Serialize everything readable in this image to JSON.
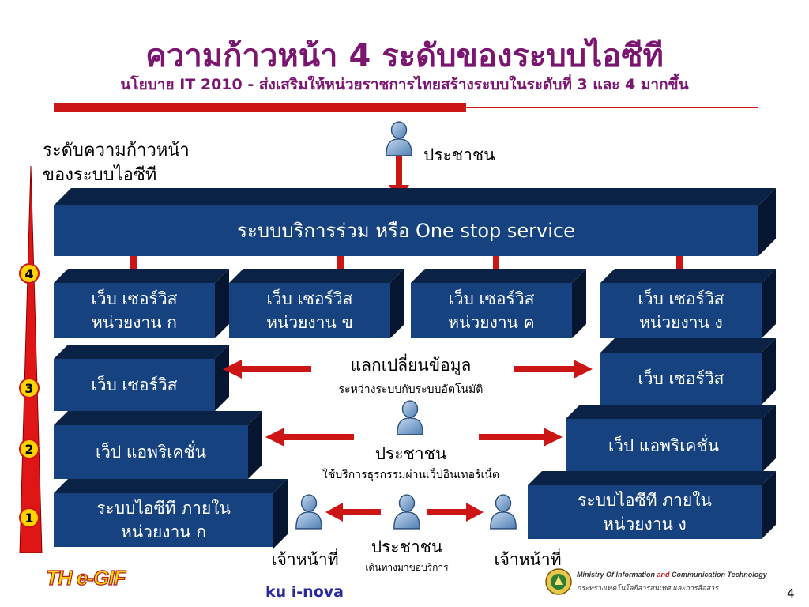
{
  "title": "ความก้าวหน้า 4 ระดับของระบบไอซีที",
  "subtitle": "นโยบาย IT 2010 - ส่งเสริมให้หน่วยราชการไทยสร้างระบบในระดับที่ 3 และ 4 มากขึ้น",
  "axis_label": [
    "ระดับความก้าวหน้า",
    "ของระบบไอซีที"
  ],
  "levels": [
    "4",
    "3",
    "2",
    "1"
  ],
  "citizen_top": "ประชาชน",
  "one_stop": "ระบบบริการร่วม หรือ One stop service",
  "level4_boxes": [
    {
      "line1": "เว็บ เซอร์วิส",
      "line2": "หน่วยงาน ก"
    },
    {
      "line1": "เว็บ เซอร์วิส",
      "line2": "หน่วยงาน ข"
    },
    {
      "line1": "เว็บ เซอร์วิส",
      "line2": "หน่วยงาน ค"
    },
    {
      "line1": "เว็บ เซอร์วิส",
      "line2": "หน่วยงาน ง"
    }
  ],
  "level3": {
    "left": "เว็บ เซอร์วิส",
    "right": "เว็บ เซอร์วิส",
    "label": "แลกเปลี่ยนข้อมูล",
    "sublabel": "ระหว่างระบบกับระบบอัตโนมัติ"
  },
  "level2": {
    "left": "เว็ป แอพริเคชั่น",
    "right": "เว็ป แอพริเคชั่น",
    "label": "ประชาชน",
    "sublabel": "ใช้บริการธุรกรรมผ่านเว็ปอินเทอร์เน็ต"
  },
  "level1": {
    "left": {
      "line1": "ระบบไอซีที ภายใน",
      "line2": "หน่วยงาน ก"
    },
    "right": {
      "line1": "ระบบไอซีที ภายใน",
      "line2": "หน่วยงาน ง"
    },
    "label": "ประชาชน",
    "sublabel": "เดินทางมาขอบริการ",
    "staff_left": "เจ้าหน้าที่",
    "staff_right": "เจ้าหน้าที่"
  },
  "footer": {
    "egif": "TH e-GIF",
    "kunova": "ku i-nova",
    "ministry_en_pre": "Ministry Of Information ",
    "ministry_en_and": "and",
    "ministry_en_post": " Communication Technology",
    "ministry_th": "กระทรวงเทคโนโลยีสารสนเทศ และการสื่อสาร",
    "page_number": "4"
  },
  "colors": {
    "title": "#7a1570",
    "box": "#16427f",
    "arrow": "#cc1515",
    "badge": "#ffd400"
  }
}
